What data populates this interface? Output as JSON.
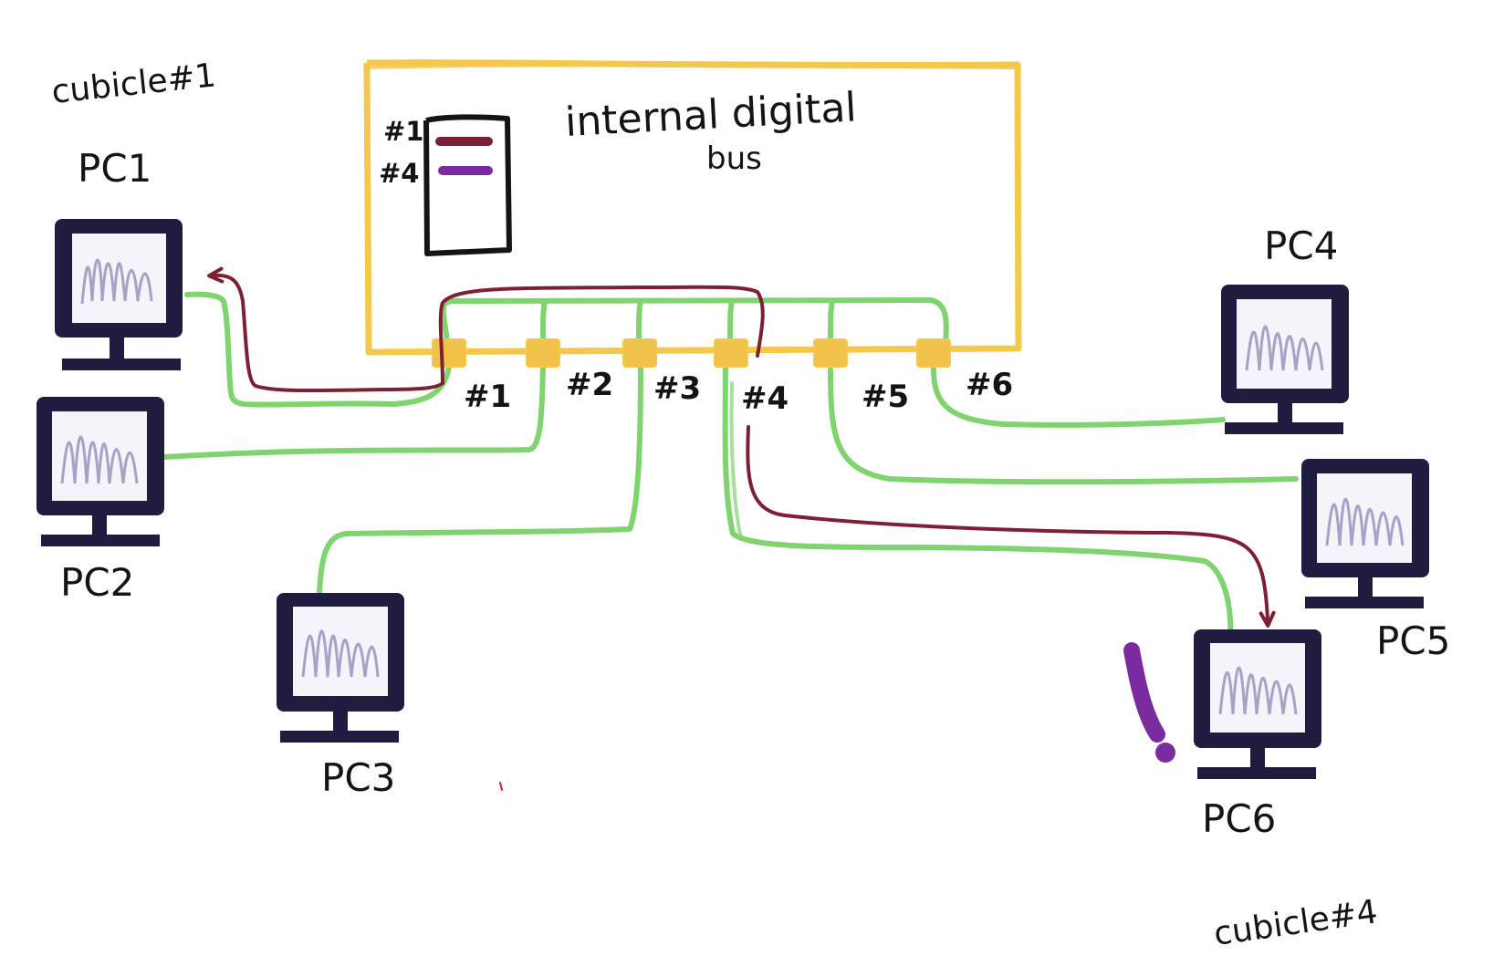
{
  "labels": {
    "cubicle_1": "cubicle#1",
    "cubicle_4": "cubicle#4",
    "bus_line1": "internal digital",
    "bus_line2": "bus",
    "legend_1": "#1",
    "legend_4": "#4",
    "exclamation": "!"
  },
  "ports": [
    {
      "label": "#1"
    },
    {
      "label": "#2"
    },
    {
      "label": "#3"
    },
    {
      "label": "#4"
    },
    {
      "label": "#5"
    },
    {
      "label": "#6"
    }
  ],
  "pcs": [
    {
      "label": "PC1"
    },
    {
      "label": "PC2"
    },
    {
      "label": "PC3"
    },
    {
      "label": "PC4"
    },
    {
      "label": "PC5"
    },
    {
      "label": "PC6"
    }
  ],
  "colors": {
    "switch_box": "#f3c84b",
    "port": "#f0c24a",
    "cable": "#7fd46f",
    "path_1": "#7d1f35",
    "path_4": "#7b2ba0",
    "monitor": "#1f1c3f",
    "screen": "#f4f4fb",
    "screen_scribble": "#a7a2c6",
    "ink": "#141414"
  }
}
